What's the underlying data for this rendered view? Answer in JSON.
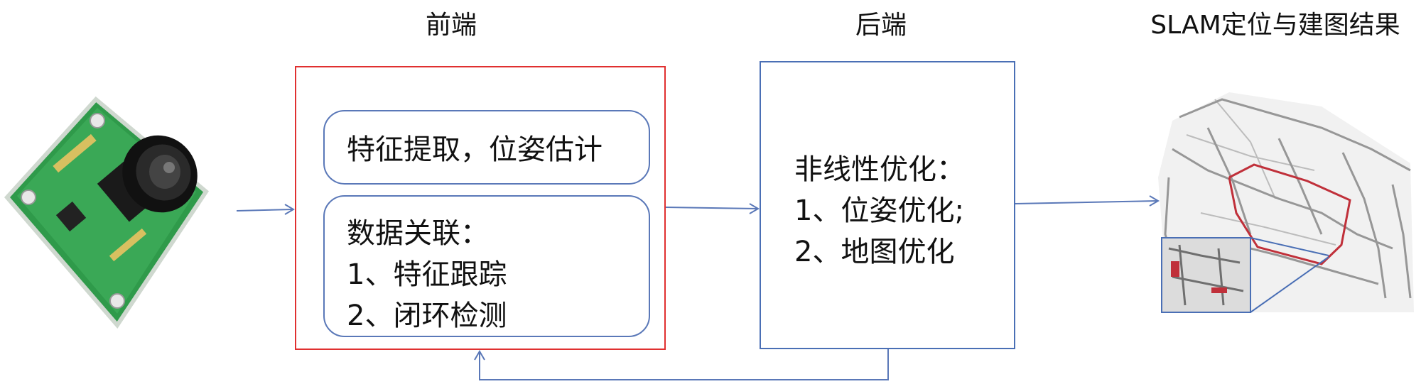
{
  "headings": {
    "frontend": "前端",
    "backend": "后端",
    "result": "SLAM定位与建图结果"
  },
  "frontend": {
    "box1": "特征提取，位姿估计",
    "box2_title": "数据关联：",
    "box2_line1": "1、特征跟踪",
    "box2_line2": "2、闭环检测"
  },
  "backend": {
    "title": "非线性优化：",
    "line1": "1、位姿优化;",
    "line2": "2、地图优化"
  },
  "colors": {
    "frontend_border": "#e03030",
    "backend_border": "#4a6fb5",
    "arrow": "#5a78b8",
    "camera_pcb": "#2f9a4a",
    "map_trajectory": "#c0303a"
  },
  "icons": {
    "camera": "camera-module-image",
    "map": "slam-map-image"
  }
}
